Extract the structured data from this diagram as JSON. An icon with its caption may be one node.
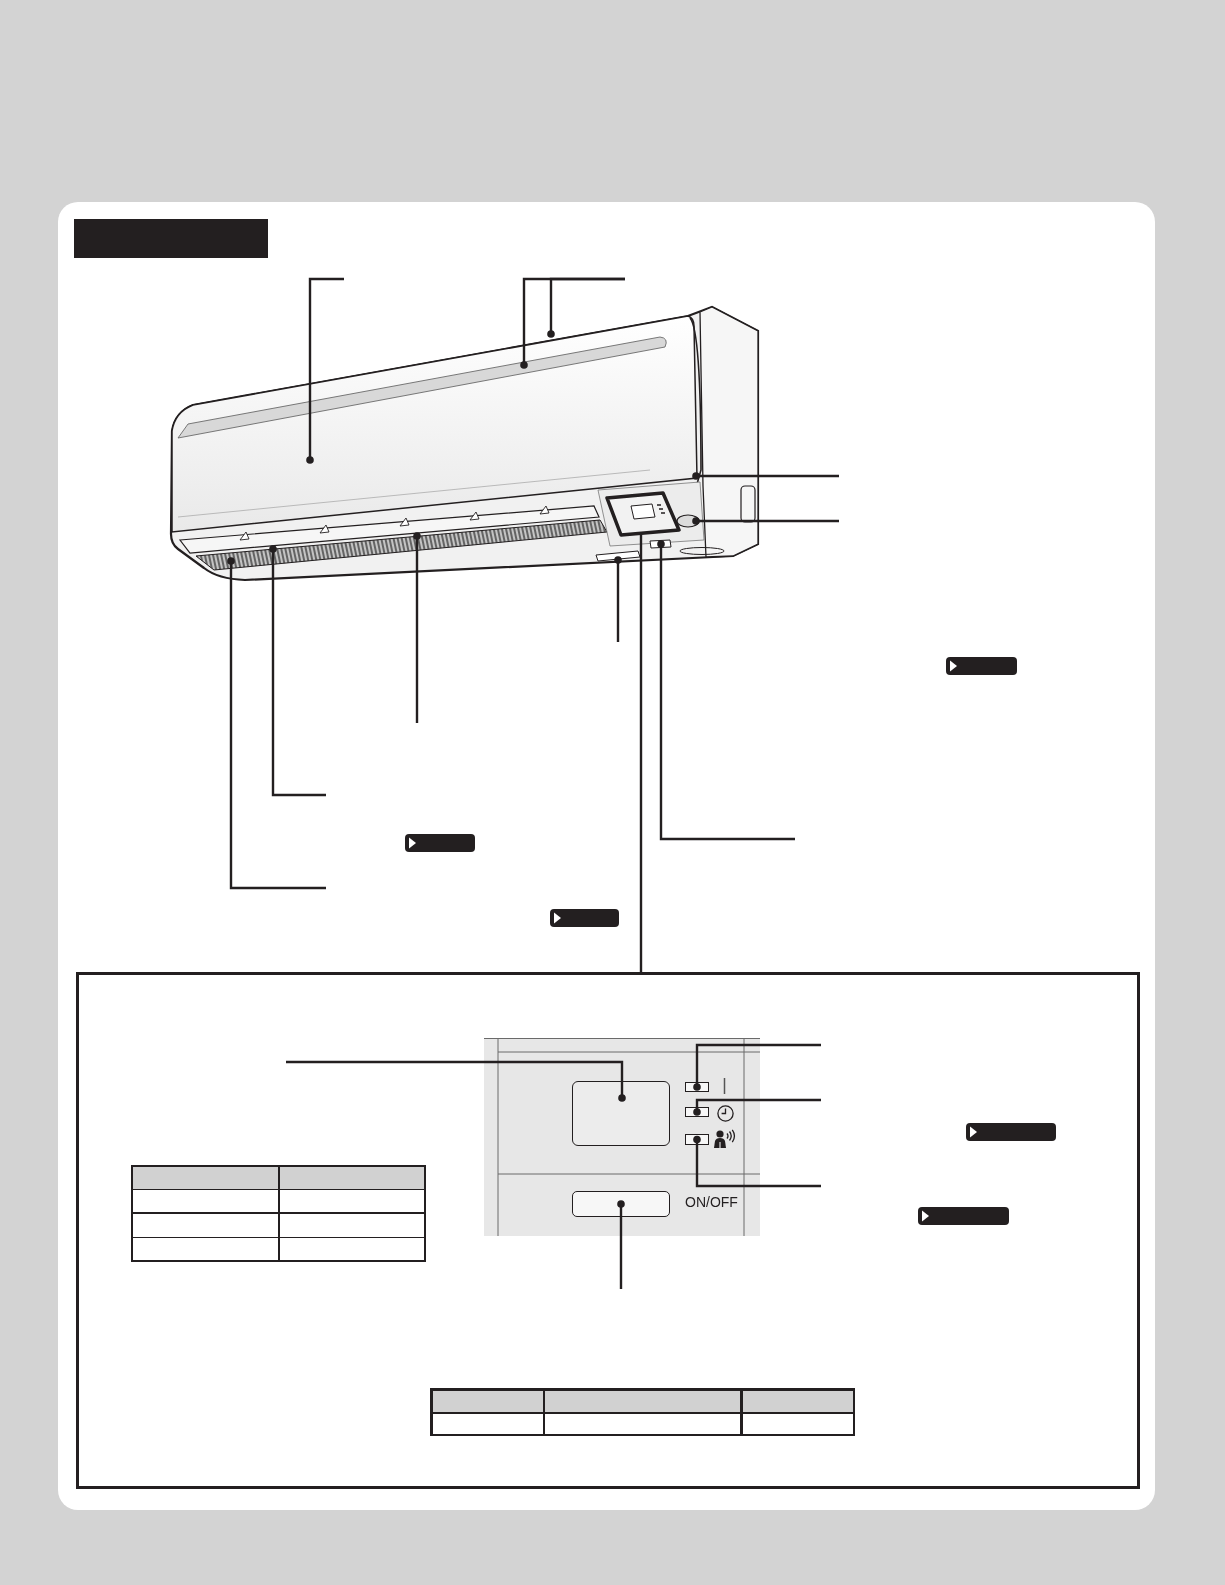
{
  "diagram": {
    "nodes": [
      {
        "text": [],
        "shape": "bar"
      },
      {
        "text": [],
        "shape": "picture"
      },
      {
        "text": [],
        "shape": "box"
      },
      {
        "text": [],
        "shape": "picture",
        "in": 2
      },
      {
        "text": [],
        "shape": "box",
        "in": 3
      },
      {
        "text": [],
        "shape": "box",
        "in": 3
      },
      {
        "text": [],
        "shape": "box",
        "in": 3
      },
      {
        "text": [],
        "shape": "box",
        "in": 3
      },
      {
        "text": [],
        "shape": "box",
        "in": 3
      }
    ],
    "edges": [
      {
        "from": 1,
        "to": null,
        "arrow": "other"
      },
      {
        "from": 1,
        "to": null,
        "arrow": "other"
      },
      {
        "from": 1,
        "to": null,
        "arrow": "other"
      },
      {
        "from": 1,
        "to": null,
        "arrow": "other"
      },
      {
        "from": 1,
        "to": null,
        "arrow": "other"
      },
      {
        "from": 1,
        "to": null,
        "arrow": "other"
      },
      {
        "from": 1,
        "to": null,
        "arrow": "other"
      },
      {
        "from": 1,
        "to": null,
        "arrow": "other"
      },
      {
        "from": 1,
        "to": null,
        "arrow": "other"
      },
      {
        "from": 1,
        "to": null,
        "arrow": "other"
      },
      {
        "from": 1,
        "to": 2,
        "arrow": "none"
      },
      {
        "from": 4,
        "to": null,
        "arrow": "other"
      },
      {
        "from": 5,
        "to": null,
        "arrow": "other"
      },
      {
        "from": 6,
        "to": null,
        "arrow": "other"
      },
      {
        "from": 7,
        "to": null,
        "arrow": "other"
      },
      {
        "from": 8,
        "to": null,
        "arrow": "other"
      }
    ],
    "labels": [
      "ON/OFF"
    ]
  }
}
